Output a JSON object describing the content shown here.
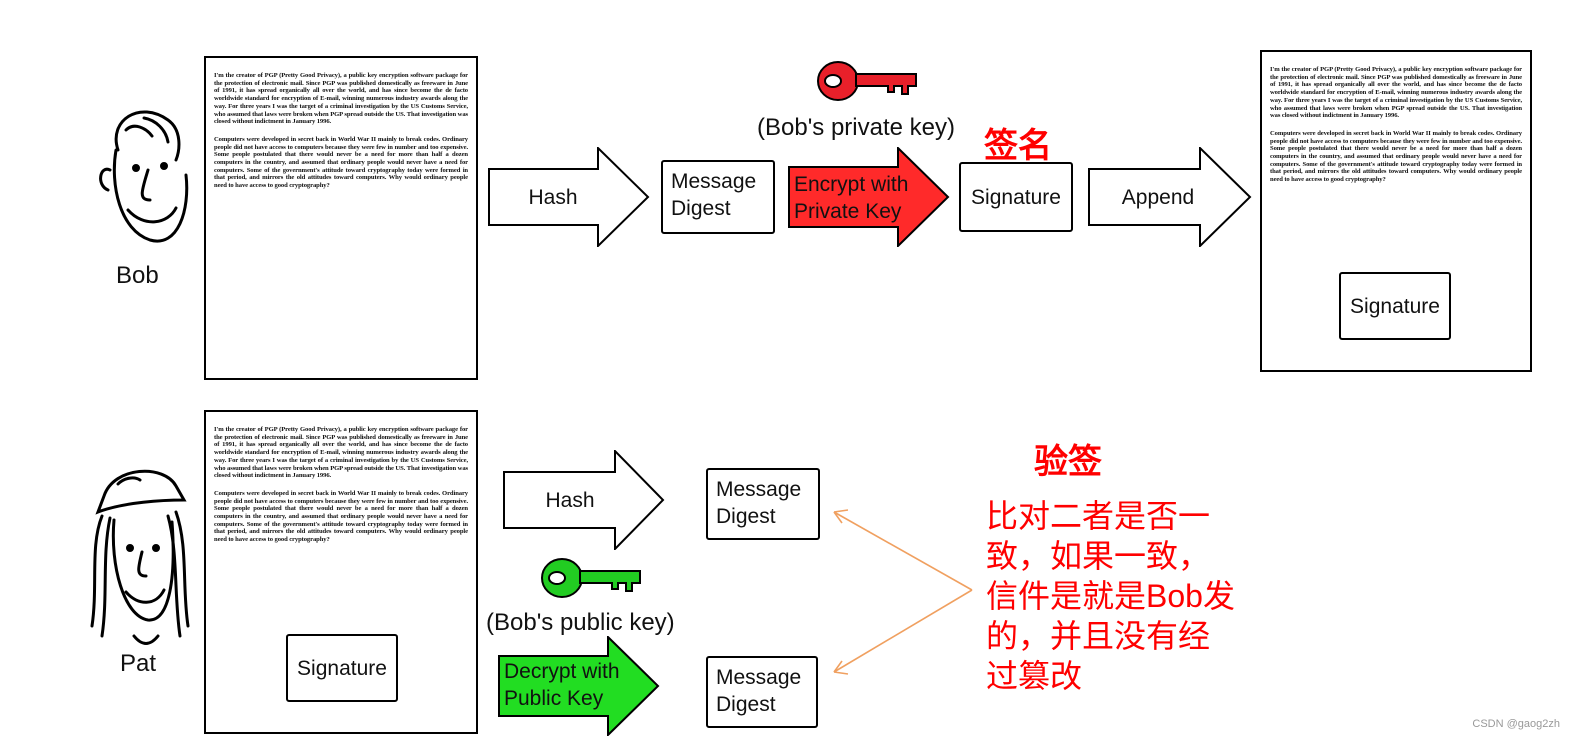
{
  "bob": {
    "name": "Bob"
  },
  "pat": {
    "name": "Pat"
  },
  "document": {
    "paragraph_1": "I'm the creator of PGP (Pretty Good Privacy), a public key encryption software package for the protection of electronic mail. Since PGP was published domestically as freeware in June of 1991, it has spread organically all over the world, and has since become the de facto worldwide standard for encryption of E-mail, winning numerous industry awards along the way. For three years I was the target of a criminal investigation by the US Customs Service, who assumed that laws were broken when PGP spread outside the US. That investigation was closed without indictment in January 1996.",
    "paragraph_2": "Computers were developed in secret back in World War II mainly to break codes. Ordinary people did not have access to computers because they were few in number and too expensive. Some people postulated that there would never be a need for more than half a dozen computers in the country, and assumed that ordinary people would never have a need for computers. Some of the government's attitude toward cryptography today were formed in that period, and mirrors the old attitudes toward computers. Why would ordinary people need to have access to good cryptography?"
  },
  "sign_flow": {
    "hash_label": "Hash",
    "digest_label": "Message Digest",
    "encrypt_label": "Encrypt with Private Key",
    "signature_label": "Signature",
    "append_label": "Append",
    "key_caption": "(Bob's private key)",
    "title_cn": "签名",
    "signed_doc_signature": "Signature"
  },
  "verify_flow": {
    "hash_label": "Hash",
    "digest_top_label": "Message Digest",
    "decrypt_label": "Decrypt with Public Key",
    "digest_bottom_label": "Message Digest",
    "key_caption": "(Bob's public key)",
    "doc_signature": "Signature",
    "title_cn": "验签",
    "note_cn": "比对二者是否一致，如果一致，信件是就是Bob发的，并且没有经过篡改"
  },
  "watermark": "CSDN @gaog2zh",
  "colors": {
    "private_key": "#e8202a",
    "encrypt_arrow": "#ff2a2a",
    "public_key": "#22cc22",
    "decrypt_arrow": "#22dd22",
    "annotation_red": "#ff0000",
    "connector": "#f0a060"
  }
}
